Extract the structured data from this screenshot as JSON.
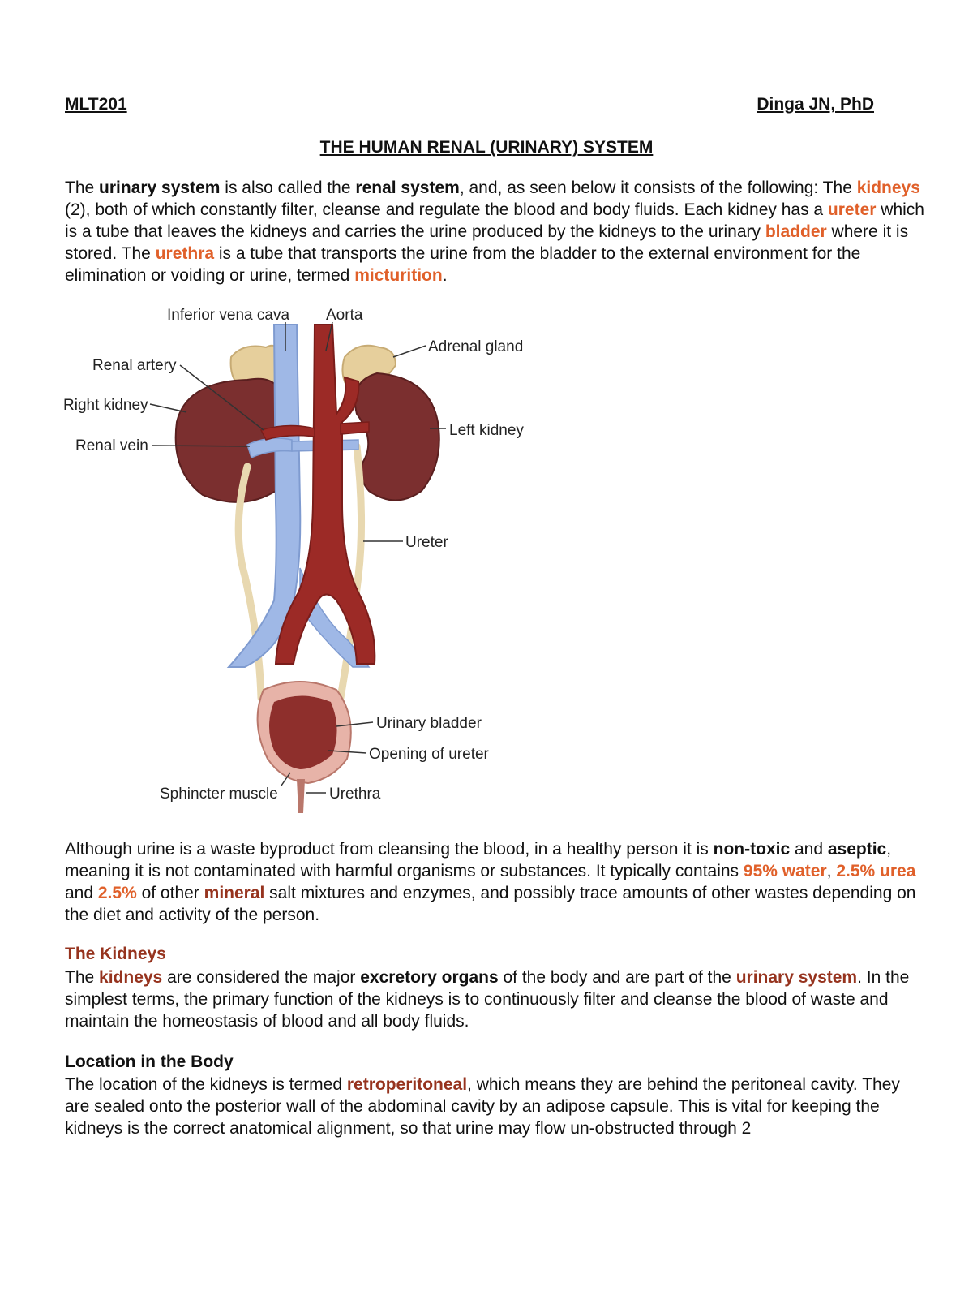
{
  "header": {
    "course": "MLT201",
    "author": "Dinga JN, PhD"
  },
  "title": "THE HUMAN RENAL (URINARY) SYSTEM",
  "intro": {
    "t1": "The ",
    "b1": "urinary system",
    "t2": " is also called the ",
    "b2": "renal system",
    "t3": ", and, as seen below it consists of the following: The ",
    "h1": "kidneys",
    "t4": " (2), both of which constantly filter, cleanse and regulate the blood and body fluids. Each kidney has a ",
    "h2": "ureter",
    "t5": " which is a tube that leaves the kidneys and carries the urine produced by the kidneys to the urinary ",
    "h3": "bladder",
    "t6": " where it is stored. The ",
    "h4": "urethra",
    "t7": " is a tube that transports the urine from the bladder to the external environment for the elimination or voiding or urine, termed ",
    "h5": "micturition",
    "t8": "."
  },
  "figure": {
    "labels": {
      "ivc": "Inferior vena cava",
      "aorta": "Aorta",
      "adrenal": "Adrenal gland",
      "renal_artery": "Renal artery",
      "right_kidney": "Right kidney",
      "left_kidney": "Left kidney",
      "renal_vein": "Renal vein",
      "ureter": "Ureter",
      "bladder": "Urinary bladder",
      "opening_ureter": "Opening of ureter",
      "sphincter": "Sphincter muscle",
      "urethra": "Urethra"
    }
  },
  "urine_para": {
    "t1": "Although urine is a waste byproduct from cleansing the blood, in a healthy person it is ",
    "b1": "non-toxic",
    "t2": " and ",
    "b2": "aseptic",
    "t3": ", meaning it is not contaminated with harmful organisms or substances. It typically contains ",
    "h1": "95% water",
    "t4": ", ",
    "h2": "2.5% urea",
    "t5": " and ",
    "h3": "2.5%",
    "t6": " of other ",
    "h4": "mineral",
    "t7": " salt mixtures and enzymes, and possibly trace amounts of other wastes depending on the diet and activity of the person."
  },
  "kidneys_section": {
    "heading": "The Kidneys",
    "t1": "The ",
    "h1": "kidneys",
    "t2": " are considered the major ",
    "b1": "excretory organs",
    "t3": " of the body and are part of the ",
    "h2": "urinary system",
    "t4": ". In the simplest terms, the primary function of the kidneys is to continuously filter and cleanse the blood of waste and maintain the homeostasis of blood and all body fluids."
  },
  "location_section": {
    "heading": "Location in the Body",
    "t1": "The location of the kidneys is termed ",
    "h1": "retroperitoneal",
    "t2": ", which means they are behind the peritoneal cavity. They are sealed onto the posterior wall of the abdominal cavity by an adipose capsule. This is vital for keeping the kidneys is the correct anatomical alignment, so that urine may flow un-obstructed through 2"
  },
  "colors": {
    "highlight": "#e0602a",
    "heading_dark": "#96331e",
    "kidney": "#7b2f2f",
    "artery": "#9c2a26",
    "vein": "#9fb8e6",
    "ureter": "#e8d8b0",
    "adrenal": "#e6cf9c"
  }
}
